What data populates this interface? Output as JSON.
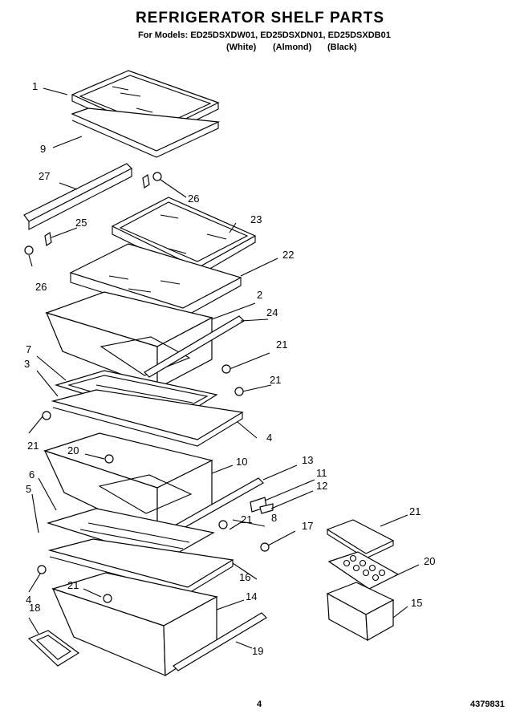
{
  "header": {
    "title": "REFRIGERATOR SHELF PARTS",
    "models": "For Models: ED25DSXDW01, ED25DSXDN01, ED25DSXDB01",
    "color_white": "(White)",
    "color_almond": "(Almond)",
    "color_black": "(Black)"
  },
  "footer": {
    "page_number": "4",
    "doc_number": "4379831"
  },
  "callouts": [
    "1",
    "9",
    "27",
    "26",
    "25",
    "23",
    "26",
    "22",
    "2",
    "24",
    "7",
    "3",
    "21",
    "21",
    "21",
    "4",
    "20",
    "10",
    "13",
    "6",
    "11",
    "5",
    "12",
    "8",
    "21",
    "17",
    "21",
    "4",
    "16",
    "20",
    "21",
    "14",
    "15",
    "18",
    "19"
  ]
}
